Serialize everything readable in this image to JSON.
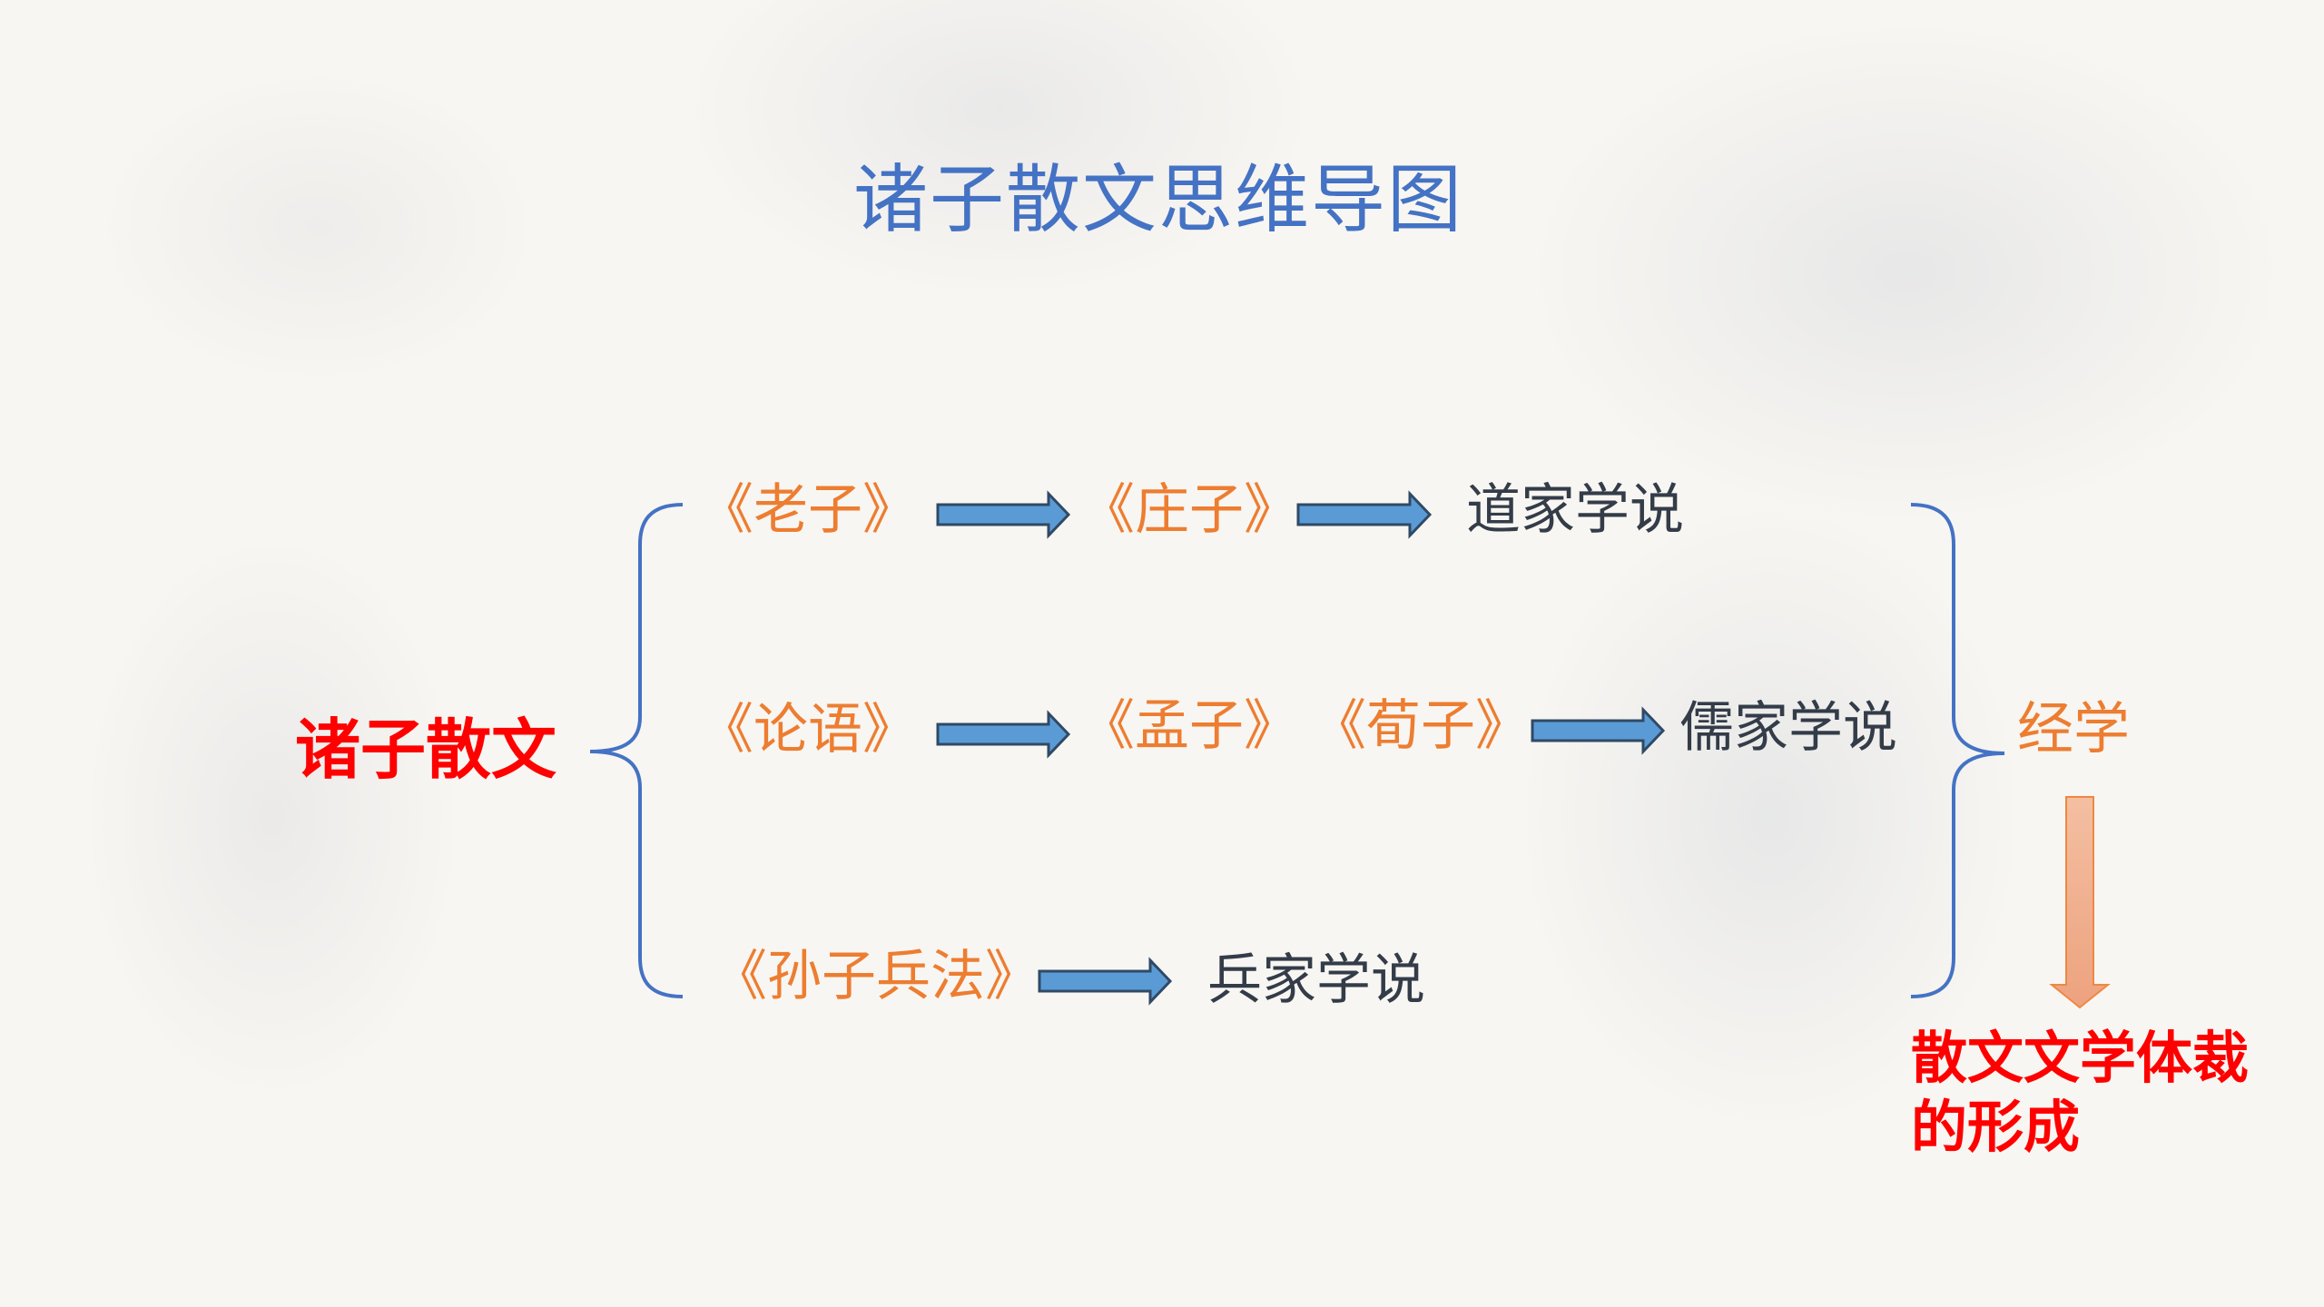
{
  "title": "诸子散文思维导图",
  "root": "诸子散文",
  "rows": [
    {
      "books": [
        "《老子》",
        "《庄子》"
      ],
      "school": "道家学说"
    },
    {
      "books": [
        "《论语》",
        "《孟子》",
        "《荀子》"
      ],
      "school": "儒家学说"
    },
    {
      "books": [
        "《孙子兵法》"
      ],
      "school": "兵家学说"
    }
  ],
  "convergence": "经学",
  "result": "散文文学体裁的形成",
  "colors": {
    "title": "#4472c4",
    "root": "#ff0000",
    "book": "#ed7d31",
    "school": "#333c48",
    "arrow": "#5b9bd5",
    "brace": "#4472c4"
  }
}
